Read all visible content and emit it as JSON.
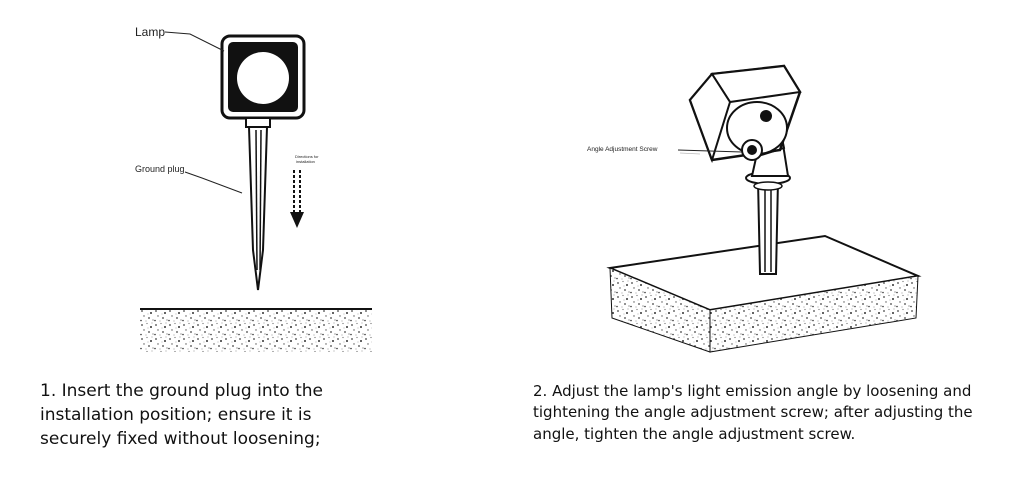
{
  "step1": {
    "label_lamp": "Lamp",
    "label_ground_plug": "Ground plug",
    "label_directions": [
      "Directions for",
      "installation"
    ],
    "caption": "1. Insert the ground plug into the installation position; ensure it is securely fixed without loosening;"
  },
  "step2": {
    "label_screw": "Angle Adjustment Screw",
    "caption": "2. Adjust the lamp's light emission angle by loosening and tightening the angle adjustment screw; after adjusting the angle, tighten the angle adjustment screw."
  }
}
